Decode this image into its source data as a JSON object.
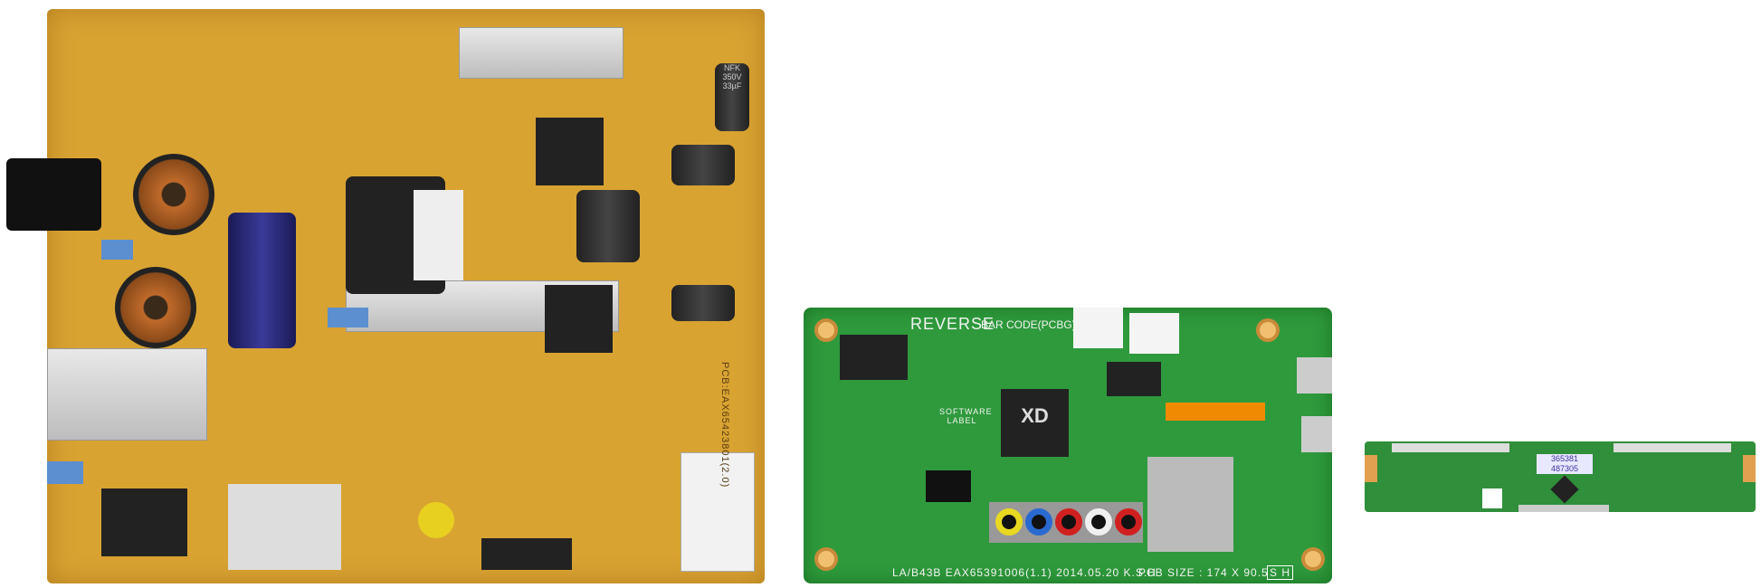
{
  "power_board": {
    "pcb_label": "PCB:EAX65423801(2.0)",
    "cap_label": "NFK 350V 33µF"
  },
  "main_board": {
    "reverse_label": "REVERSE",
    "barcode_label": "BAR CODE(PCBG)",
    "software_label": "SOFTWARE LABEL",
    "chip_logo": "XD",
    "bottom_text": "LA/B43B EAX65391006(1.1) 2014.05.20 K.S.H",
    "pcb_size": "PCB SIZE : 174 X 90.5",
    "sh_mark": "S H",
    "rca_colors": [
      "#e8d820",
      "#2a6ad0",
      "#d02020",
      "#f0f0f0",
      "#d02020"
    ]
  },
  "tcon_board": {
    "sticker": "365381 487305"
  }
}
